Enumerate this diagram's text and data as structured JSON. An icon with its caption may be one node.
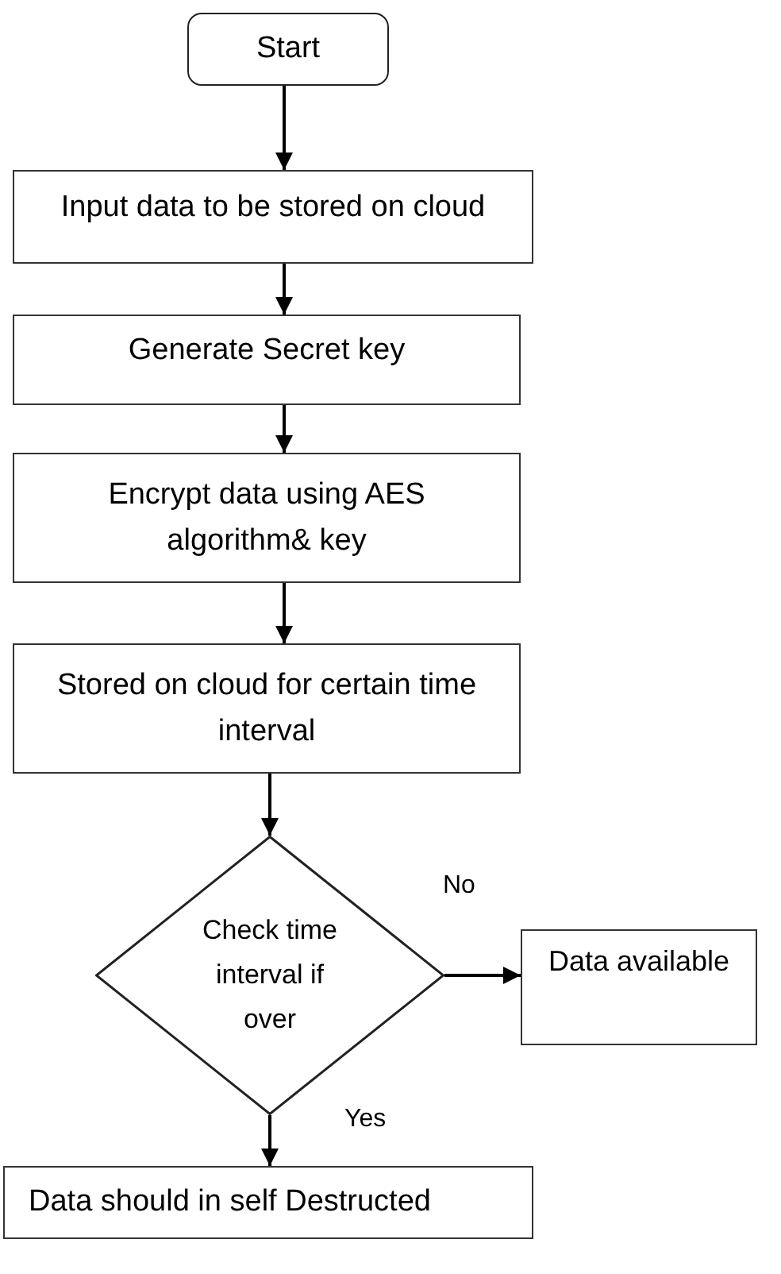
{
  "diagram": {
    "nodes": [
      {
        "text": [
          "Start"
        ]
      },
      {
        "text": [
          "Input data to be stored on cloud"
        ]
      },
      {
        "text": [
          "Generate Secret key"
        ]
      },
      {
        "text": [
          "Encrypt data using AES algorithm& key"
        ]
      },
      {
        "text": [
          "Stored on cloud for certain time interval"
        ]
      },
      {
        "text": [
          "Check time interval if over"
        ]
      },
      {
        "text": [
          "Data available"
        ]
      },
      {
        "text": [
          "Data should in self Destructed"
        ]
      }
    ],
    "edges": [
      {
        "from": 0,
        "to": 1,
        "arrow": "to"
      },
      {
        "from": 1,
        "to": 2,
        "arrow": "to"
      },
      {
        "from": 2,
        "to": 3,
        "arrow": "to"
      },
      {
        "from": 3,
        "to": 4,
        "arrow": "to"
      },
      {
        "from": 4,
        "to": 5,
        "arrow": "to"
      },
      {
        "from": 5,
        "to": 6,
        "arrow": "to",
        "label": "No"
      },
      {
        "from": 5,
        "to": 7,
        "arrow": "to",
        "label": "Yes"
      }
    ]
  }
}
